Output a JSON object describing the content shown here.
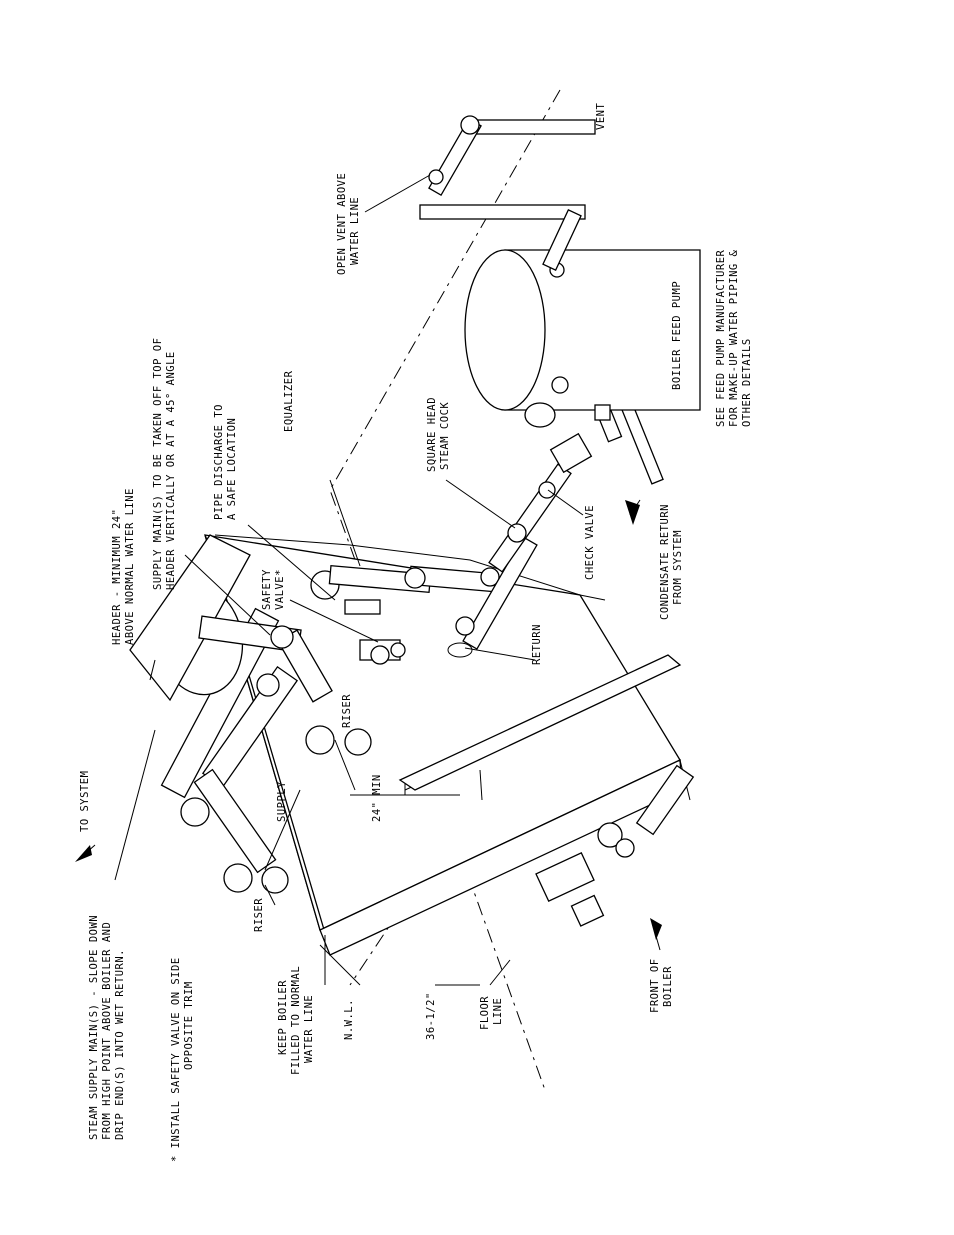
{
  "labels": {
    "vent": "VENT",
    "open_vent_1": "OPEN VENT ABOVE",
    "open_vent_2": "WATER LINE",
    "boiler_feed_pump": "BOILER FEED PUMP",
    "see_feed_1": "SEE FEED PUMP MANUFACTURER",
    "see_feed_2": "FOR MAKE-UP WATER PIPING &",
    "see_feed_3": "OTHER DETAILS",
    "square_head_1": "SQUARE HEAD",
    "square_head_2": "STEAM COCK",
    "check_valve": "CHECK VALVE",
    "condensate_1": "CONDENSATE RETURN",
    "condensate_2": "FROM SYSTEM",
    "equalizer": "EQUALIZER",
    "pipe_discharge_1": "PIPE DISCHARGE TO",
    "pipe_discharge_2": "A SAFE LOCATION",
    "supply_main_1": "SUPPLY MAIN(S) TO BE TAKEN OFF TOP OF",
    "supply_main_2": "HEADER VERTICALLY OR AT A 45° ANGLE",
    "header_1": "HEADER - MINIMUM 24\"",
    "header_2": "ABOVE NORMAL WATER LINE",
    "safety_valve_1": "SAFETY",
    "safety_valve_2": "VALVE*",
    "return": "RETURN",
    "riser_upper": "RISER",
    "to_system": "TO SYSTEM",
    "supply": "SUPPLY",
    "min_24": "24\" MIN",
    "riser_lower": "RISER",
    "steam_supply_1": "STEAM SUPPLY MAIN(S) - SLOPE DOWN",
    "steam_supply_2": "FROM HIGH POINT ABOVE BOILER AND",
    "steam_supply_3": "DRIP END(S) INTO WET RETURN.",
    "install_1": "* INSTALL SAFETY VALVE ON SIDE",
    "install_2": "OPPOSITE TRIM",
    "keep_boiler_1": "KEEP BOILER",
    "keep_boiler_2": "FILLED TO NORMAL",
    "keep_boiler_3": "WATER LINE",
    "nwl": "N.W.L.",
    "dim_36": "36-1/2\"",
    "floor_1": "FLOOR",
    "floor_2": "LINE",
    "front_1": "FRONT OF",
    "front_2": "BOILER"
  }
}
